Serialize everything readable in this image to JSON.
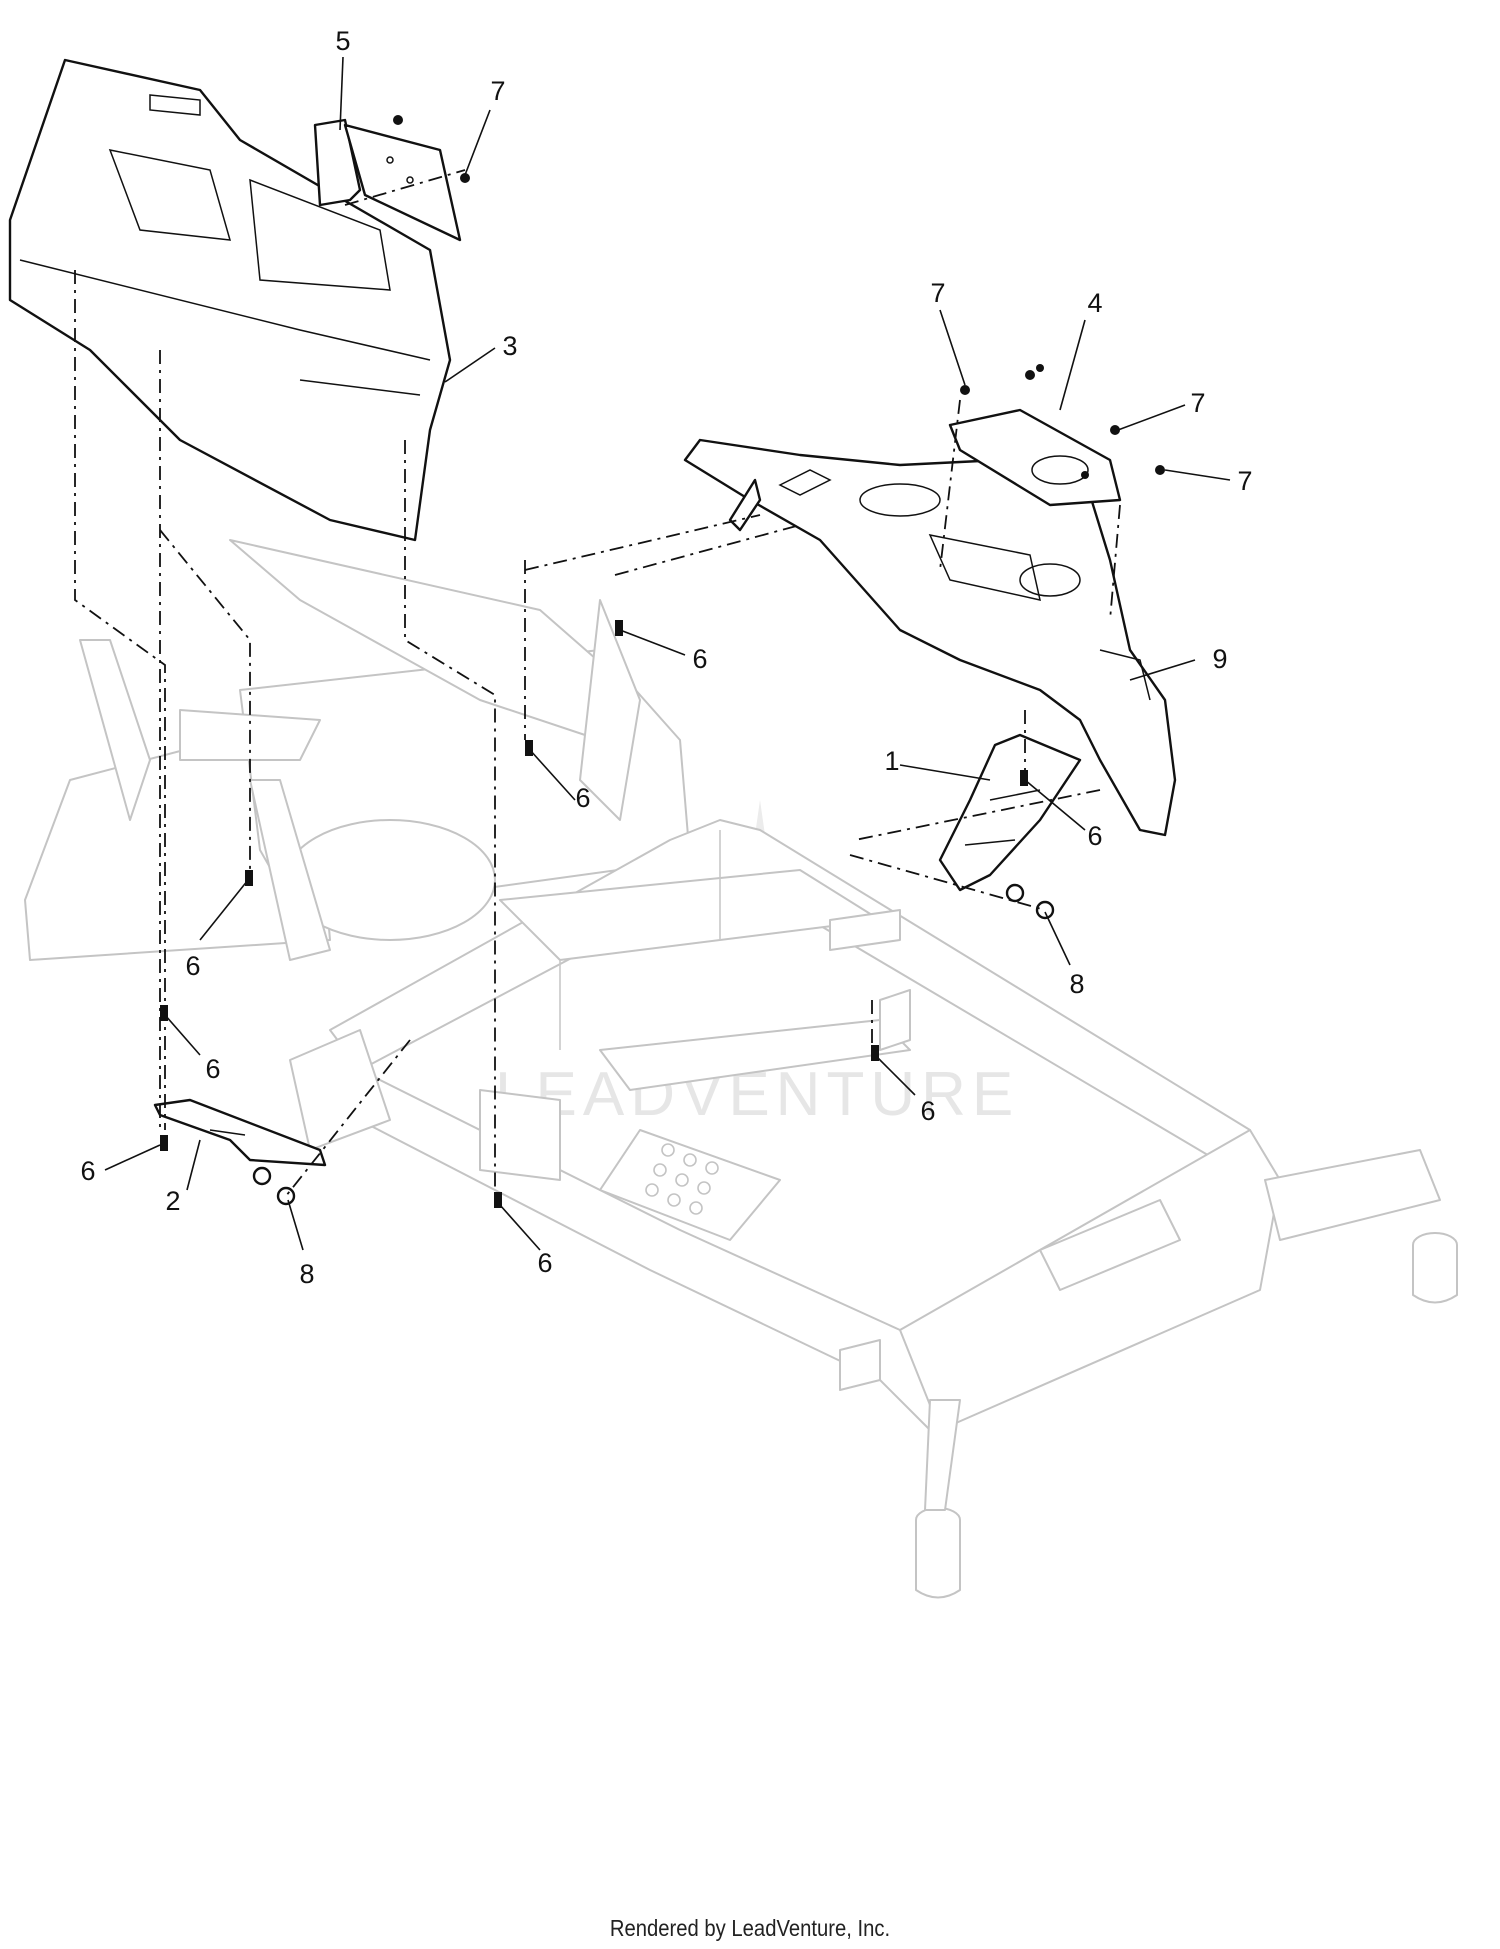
{
  "diagram": {
    "callouts": [
      "5",
      "7",
      "3",
      "7",
      "4",
      "7",
      "7",
      "6",
      "9",
      "6",
      "1",
      "6",
      "8",
      "6",
      "6",
      "6",
      "2",
      "8",
      "6",
      "6"
    ],
    "watermark": "LEADVENTURE"
  },
  "footer": {
    "text": "Rendered by LeadVenture, Inc."
  }
}
